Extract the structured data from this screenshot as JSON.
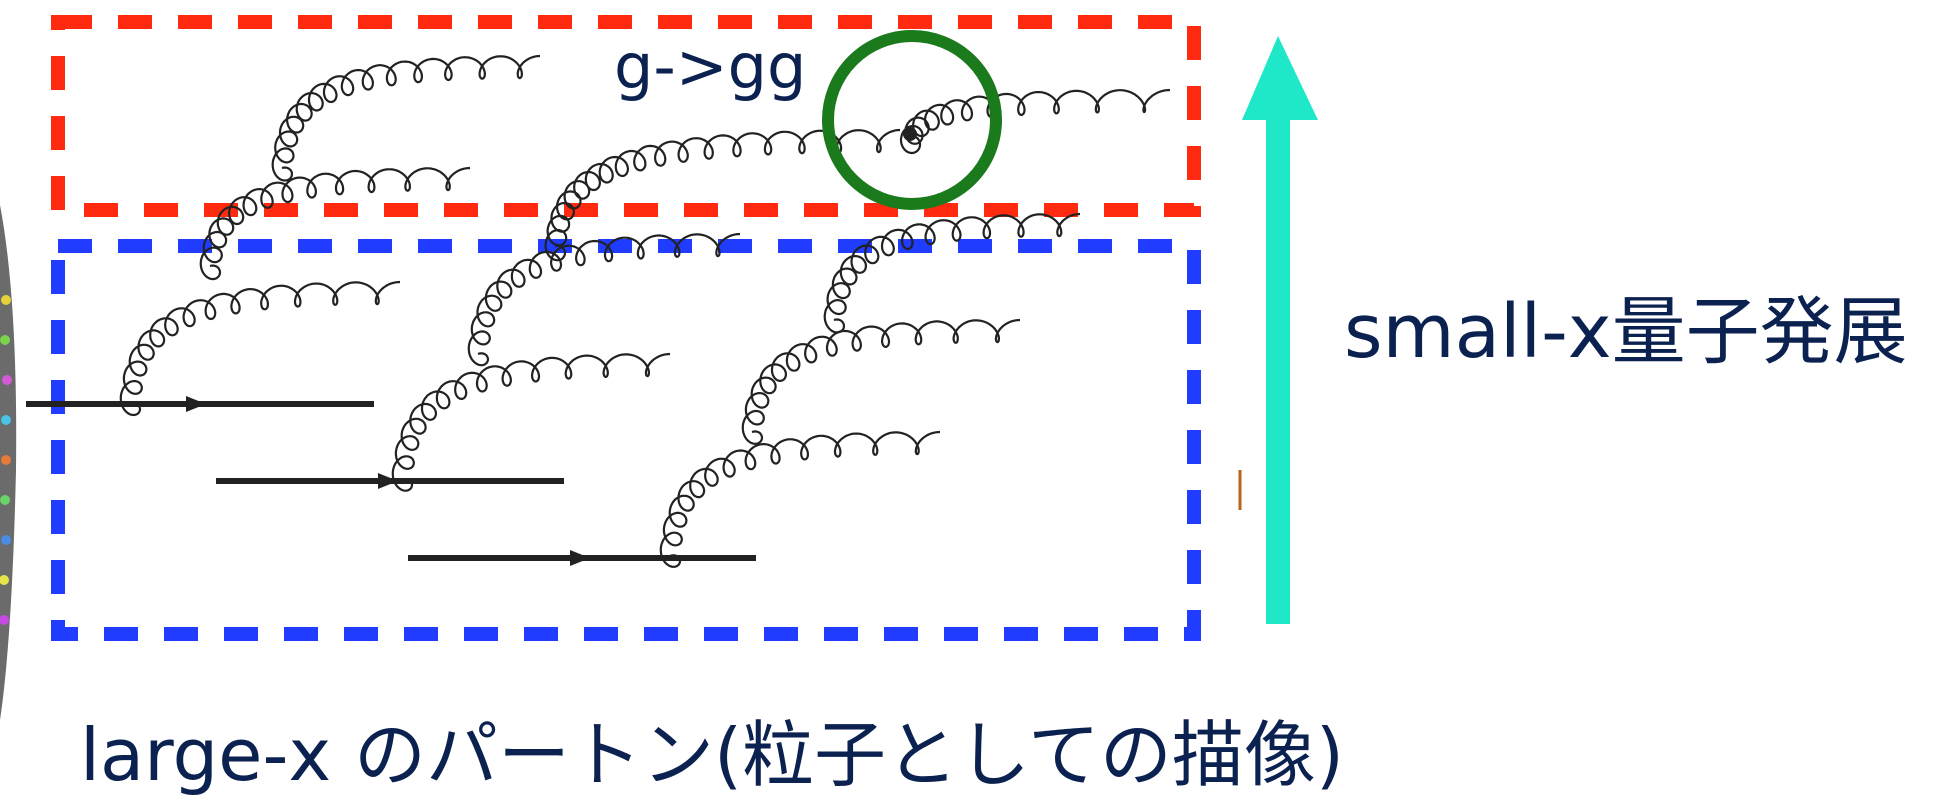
{
  "labels": {
    "splitting": "g->gg",
    "evolution": "small-x量子発展",
    "partons": "large-x のパートン(粒子としての描像)"
  },
  "colors": {
    "small_x_box": "#ff2a10",
    "large_x_box": "#1f3cff",
    "vertex_circle": "#1b7a1b",
    "evolution_arrow": "#1ee8c8",
    "lines": "#222222",
    "text": "#0b2150"
  },
  "icons": {
    "vertex_marker": "circle-icon",
    "evolution_direction": "arrow-up-icon"
  }
}
